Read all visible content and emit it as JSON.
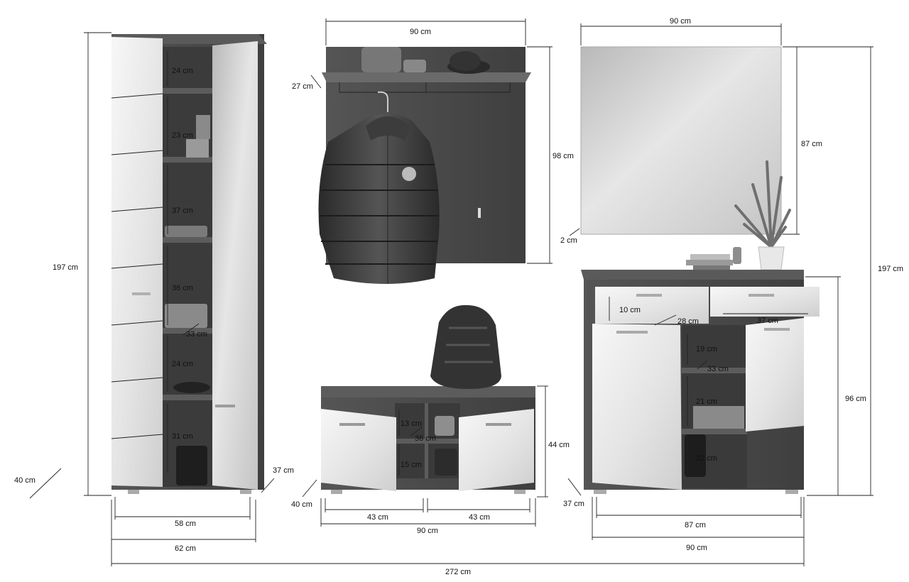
{
  "wardrobe": {
    "height": "197 cm",
    "depth": "40 cm",
    "depth_side": "37 cm",
    "inner_width": "58 cm",
    "outer_width": "62 cm",
    "shelves": [
      "24 cm",
      "23 cm",
      "37 cm",
      "36 cm",
      "33 cm",
      "24 cm",
      "31 cm"
    ]
  },
  "coat_panel": {
    "width": "90 cm",
    "height": "98 cm",
    "shelf_depth": "27 cm"
  },
  "mirror": {
    "width": "90 cm",
    "height": "87 cm",
    "depth": "2 cm",
    "total_height": "197 cm"
  },
  "bench": {
    "height": "44 cm",
    "depth": "40 cm",
    "compartment_left": "43 cm",
    "compartment_right": "43 cm",
    "width": "90 cm",
    "shelf_top": "13 cm",
    "shelf_bottom": "15 cm",
    "shelf_depth": "36 cm"
  },
  "sideboard": {
    "drawer_height": "10 cm",
    "drawer_depth": "28 cm",
    "drawer_width": "37 cm",
    "shelf_top": "19 cm",
    "shelf_depth": "33 cm",
    "shelf_mid": "21 cm",
    "shelf_bottom": "22 cm",
    "height": "96 cm",
    "depth": "37 cm",
    "inner_width": "87 cm",
    "width": "90 cm"
  },
  "total_width": "272 cm",
  "colors": {
    "wood": "#4b4b4b",
    "gloss": "#e9e9e9",
    "interior": "#3a3a3a",
    "mirror": "#d8d8d8"
  }
}
